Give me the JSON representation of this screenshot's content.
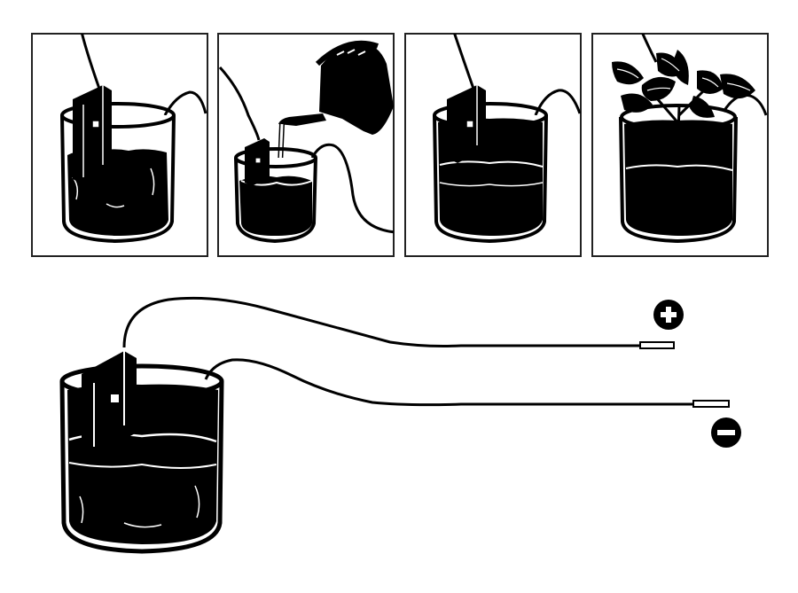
{
  "panels": [
    {
      "id": "step-1",
      "content": "electrode-in-soil"
    },
    {
      "id": "step-2",
      "content": "watering-can-pouring"
    },
    {
      "id": "step-3",
      "content": "moist-soil-with-electrode"
    },
    {
      "id": "step-4",
      "content": "plant-in-soil"
    }
  ],
  "terminals": {
    "positive": {
      "symbol": "+",
      "icon": "plus-circle-icon"
    },
    "negative": {
      "symbol": "–",
      "icon": "minus-circle-icon"
    }
  },
  "colors": {
    "ink": "#000000",
    "paper": "#ffffff",
    "frame": "#222222"
  }
}
